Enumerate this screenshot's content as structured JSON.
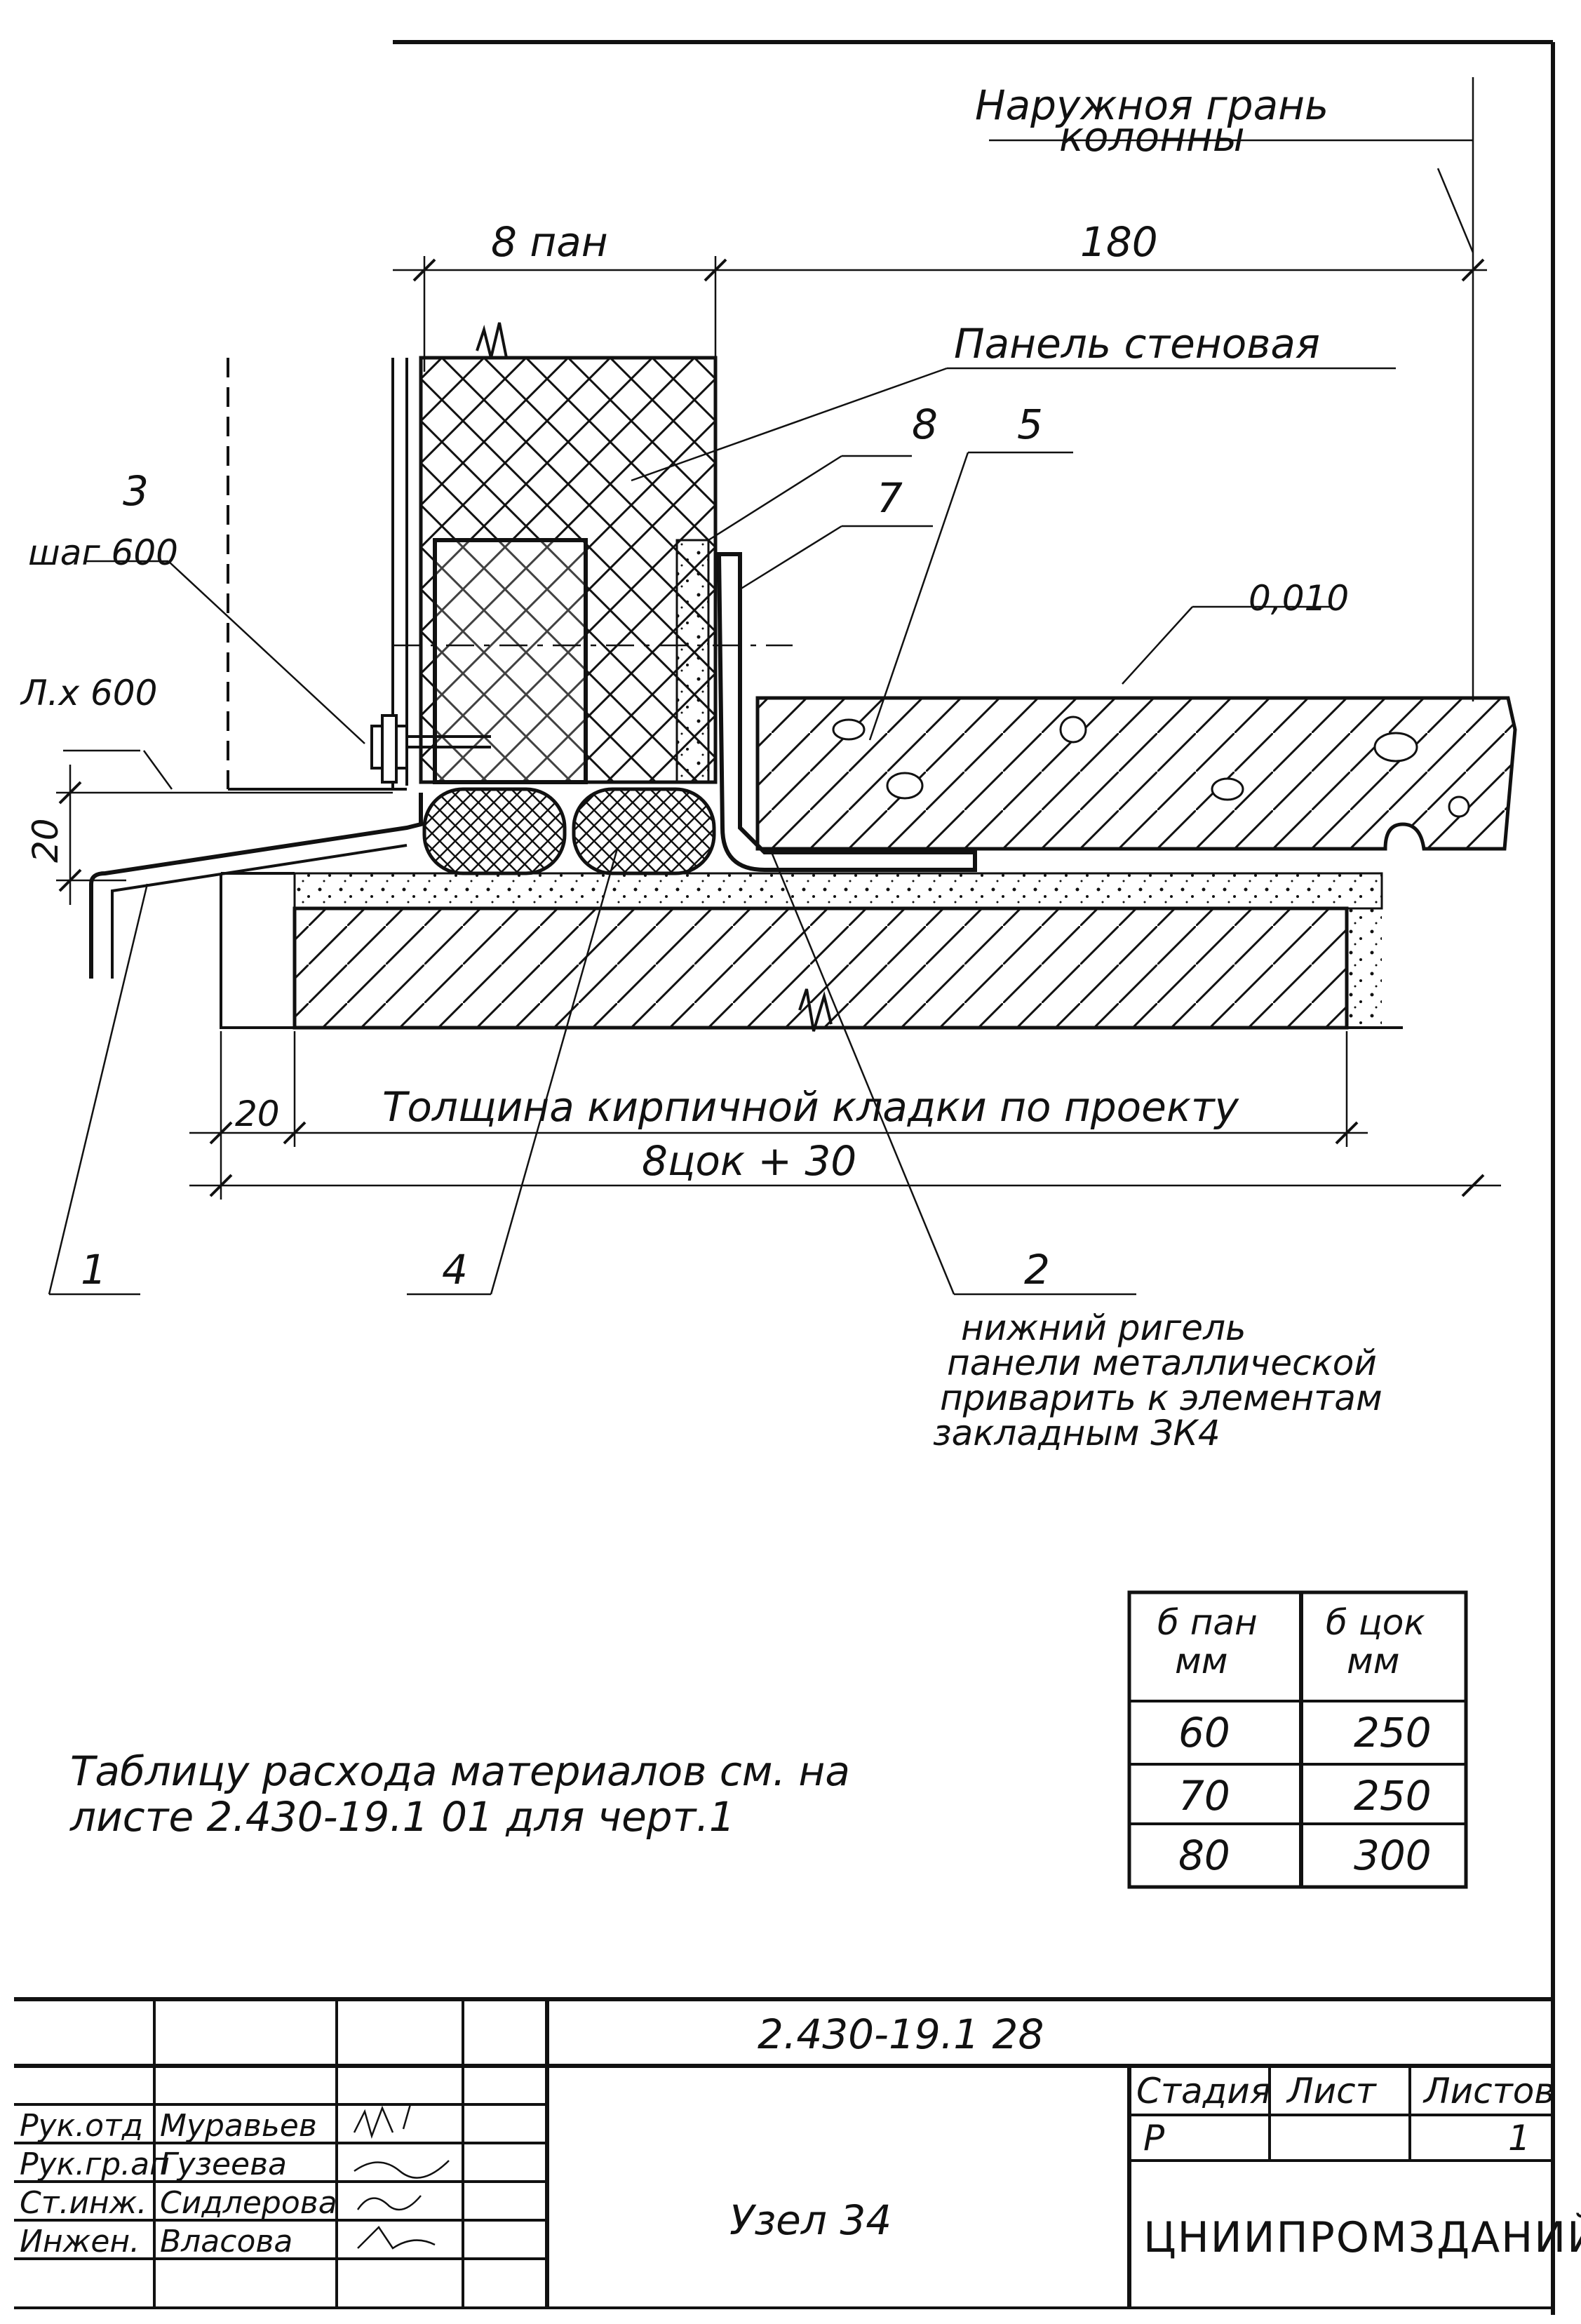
{
  "drawing": {
    "labels": {
      "outer_face": [
        "Наружноя грань",
        "колонны"
      ],
      "b_pan": "8 пан",
      "dim_180": "180",
      "panel": "Панель стеновая",
      "pos_8": "8",
      "pos_5": "5",
      "pos_7": "7",
      "pos_3": "3",
      "step_600": "шаг 600",
      "level": "0,010",
      "l_600": "Л.х 600",
      "dim_20_left": "20",
      "dim_20_bottom": "20",
      "brick": "Толщина кирпичной кладки по проекту",
      "b_tsok": "8цок + 30",
      "pos_1": "1",
      "pos_4": "4",
      "pos_2": "2",
      "note_2": [
        "нижний ригель",
        "панели металлической",
        "приварить к элементам",
        "закладным ЗК4"
      ]
    }
  },
  "dim_table": {
    "headers": [
      [
        "б пан",
        "мм"
      ],
      [
        "б цок",
        "мм"
      ]
    ],
    "rows": [
      [
        "60",
        "250"
      ],
      [
        "70",
        "250"
      ],
      [
        "80",
        "300"
      ]
    ]
  },
  "note": [
    "Таблицу расхода материалов см. на",
    "листе 2.430-19.1 01 для черт.1"
  ],
  "title_block": {
    "doc_number": "2.430-19.1 28",
    "node_title": "Узел 34",
    "stage_header": "Стадия",
    "sheet_header": "Лист",
    "sheets_header": "Листов",
    "stage": "Р",
    "sheet": "",
    "sheets": "1",
    "organization": "ЦНИИПРОМЗДАНИЙ",
    "signatures": [
      {
        "role": "Рук.отд",
        "name": "Муравьев"
      },
      {
        "role": "Рук.гр.ап",
        "name": "Гузеева"
      },
      {
        "role": "Ст.инж.",
        "name": "Сидлерова"
      },
      {
        "role": "Инжен.",
        "name": "Власова"
      }
    ]
  }
}
